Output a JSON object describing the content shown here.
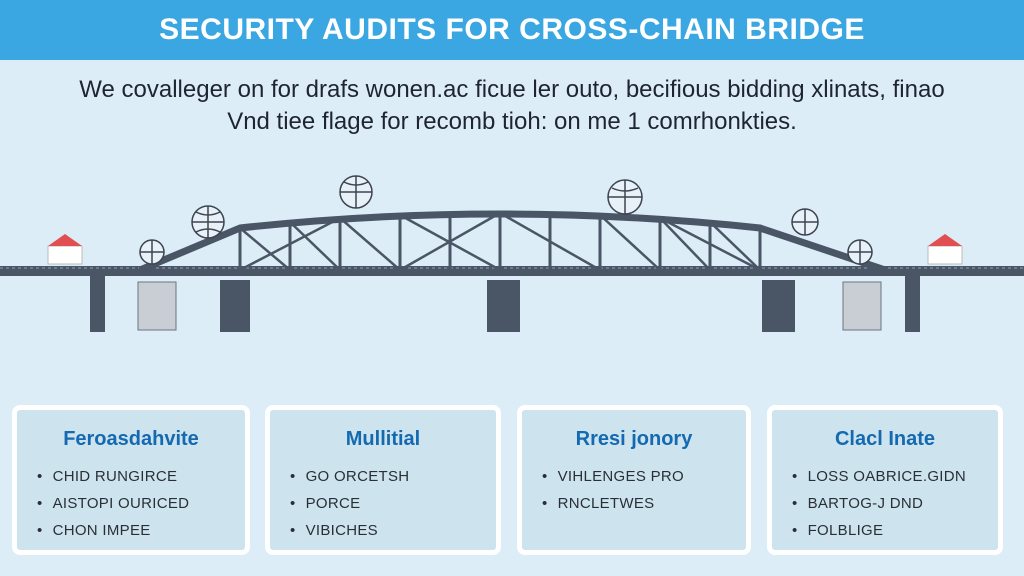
{
  "title": "SECURITY AUDITS FOR CROSS-CHAIN BRIDGE",
  "intro": [
    "We covalleger on for drafs wonen.ac ficue ler outo, becifious bidding xlinats, finao",
    "Vnd tiee flage for recomb tioh: on me 1 comrhonkties."
  ],
  "cards": [
    {
      "title": "Feroasdahvite",
      "items": [
        "CHID RUNGIRCE",
        "AISTOPI OURICED",
        "CHON IMPEE"
      ]
    },
    {
      "title": "Mullitial",
      "items": [
        "GO ORCETSH",
        "PORCE",
        "VIBICHES"
      ]
    },
    {
      "title": "Rresi jonory",
      "items": [
        "VIHLENGES PRO",
        "RNCLETWES"
      ]
    },
    {
      "title": "Clacl Inate",
      "items": [
        "LOSS OABRICE.GIDN",
        "BARTOG-J DND",
        "FOLBLIGE"
      ]
    }
  ],
  "colors": {
    "header": "#3ba7e2",
    "steel": "#4a5566",
    "card": "#cde4ef",
    "heading": "#1569b0"
  }
}
